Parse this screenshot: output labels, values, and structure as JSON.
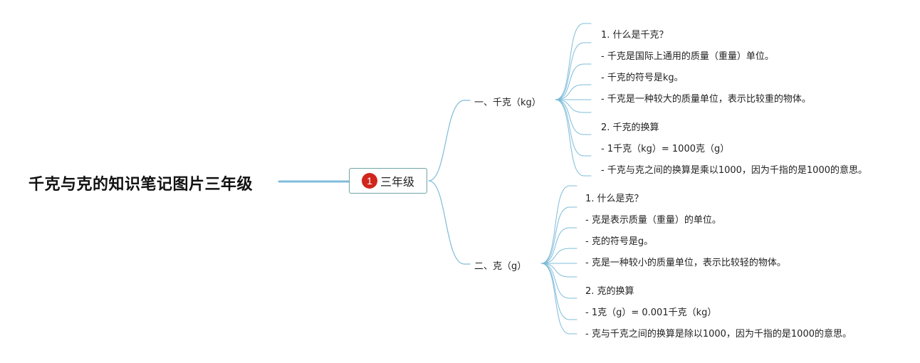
{
  "title": "千克与克的知识笔记图片三年级",
  "center": {
    "label": "三年级",
    "badge": "1",
    "badge_color": "#d0261d",
    "border_color": "#6fa3a5"
  },
  "line_color": "#7fbcd9",
  "branches": [
    {
      "label": "一、千克（kg）",
      "items": [
        "1. 什么是千克？",
        "- 千克是国际上通用的质量（重量）单位。",
        "- 千克的符号是kg。",
        "- 千克是一种较大的质量单位，表示比较重的物体。",
        "",
        "2. 千克的换算",
        "- 1千克（kg）= 1000克（g）",
        "- 千克与克之间的换算是乘以1000，因为千指的是1000的意思。"
      ]
    },
    {
      "label": "二、克（g）",
      "items": [
        "1. 什么是克？",
        "- 克是表示质量（重量）的单位。",
        "- 克的符号是g。",
        "- 克是一种较小的质量单位，表示比较轻的物体。",
        "",
        "2. 克的换算",
        "- 1克（g）= 0.001千克（kg）",
        "- 克与千克之间的换算是除以1000，因为千指的是1000的意思。"
      ]
    }
  ]
}
